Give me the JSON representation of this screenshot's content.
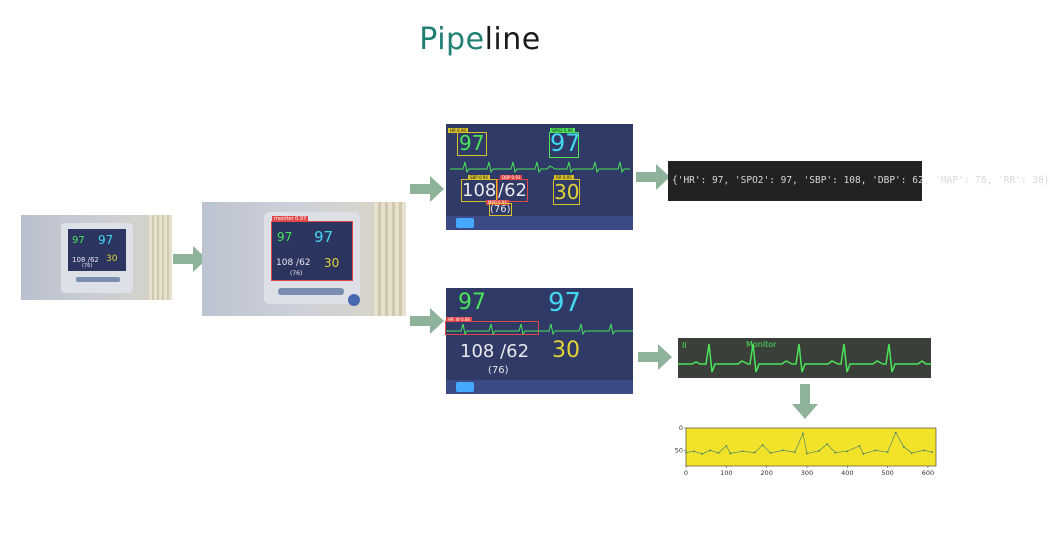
{
  "title": {
    "part1": "Pipe",
    "part2": "line"
  },
  "stage1_photo": {
    "hr": "97",
    "spo2": "97",
    "bp": "108 /62",
    "rr": "30",
    "map": "(76)"
  },
  "stage2_photo": {
    "hr": "97",
    "spo2": "97",
    "bp": "108 /62",
    "rr": "30",
    "map": "(76)",
    "detect_label": "monitor 0.97"
  },
  "crop_top": {
    "hr": "97",
    "spo2": "97",
    "sbp": "108",
    "dbp": "/62",
    "map": "(76)",
    "rr": "30",
    "labels": {
      "hr": "HR 0.96",
      "spo2": "SPO2 0.96",
      "sbp": "SBP 0.94",
      "dbp": "DBP 0.93",
      "map": "MAP 0.94",
      "rr": "RR 0.95"
    }
  },
  "crop_bottom": {
    "hr": "97",
    "spo2": "97",
    "bp": "108 /62",
    "map": "(76)",
    "rr": "30",
    "hr_label": "HR_W 0.86"
  },
  "output_json": "{'HR': 97, 'SPO2': 97, 'SBP': 108, 'DBP': 62, 'MAP': 76, 'RR': 30}",
  "ecg_strip": {
    "lead": "II",
    "label": "Monitor"
  },
  "chart_data": {
    "type": "scatter",
    "title": "",
    "xlabel": "",
    "ylabel": "",
    "xlim": [
      0,
      620
    ],
    "ylim": [
      0,
      85
    ],
    "y_inverted": true,
    "x_ticks": [
      "0",
      "100",
      "200",
      "300",
      "400",
      "500",
      "600"
    ],
    "y_ticks": [
      "0",
      "50"
    ],
    "background_color": "#f2e22a",
    "point_color": "#3a7f6a",
    "series": [
      {
        "values": [
          [
            0,
            55
          ],
          [
            20,
            52
          ],
          [
            40,
            58
          ],
          [
            60,
            50
          ],
          [
            80,
            56
          ],
          [
            100,
            40
          ],
          [
            110,
            57
          ],
          [
            140,
            52
          ],
          [
            170,
            55
          ],
          [
            190,
            38
          ],
          [
            210,
            56
          ],
          [
            240,
            50
          ],
          [
            270,
            54
          ],
          [
            290,
            12
          ],
          [
            300,
            57
          ],
          [
            330,
            51
          ],
          [
            350,
            36
          ],
          [
            370,
            55
          ],
          [
            400,
            52
          ],
          [
            430,
            40
          ],
          [
            440,
            58
          ],
          [
            470,
            50
          ],
          [
            500,
            54
          ],
          [
            520,
            10
          ],
          [
            540,
            42
          ],
          [
            560,
            56
          ],
          [
            590,
            50
          ],
          [
            610,
            54
          ]
        ]
      }
    ]
  },
  "colors": {
    "arrow": "#8fb29a",
    "title_accent": "#1f7f73",
    "monitor_bg": "#2b3560",
    "green_digits": "#4be35a",
    "cyan_digits": "#44d6f0",
    "yellow_digits": "#e3d33a",
    "white_digits": "#e8e8ee"
  }
}
